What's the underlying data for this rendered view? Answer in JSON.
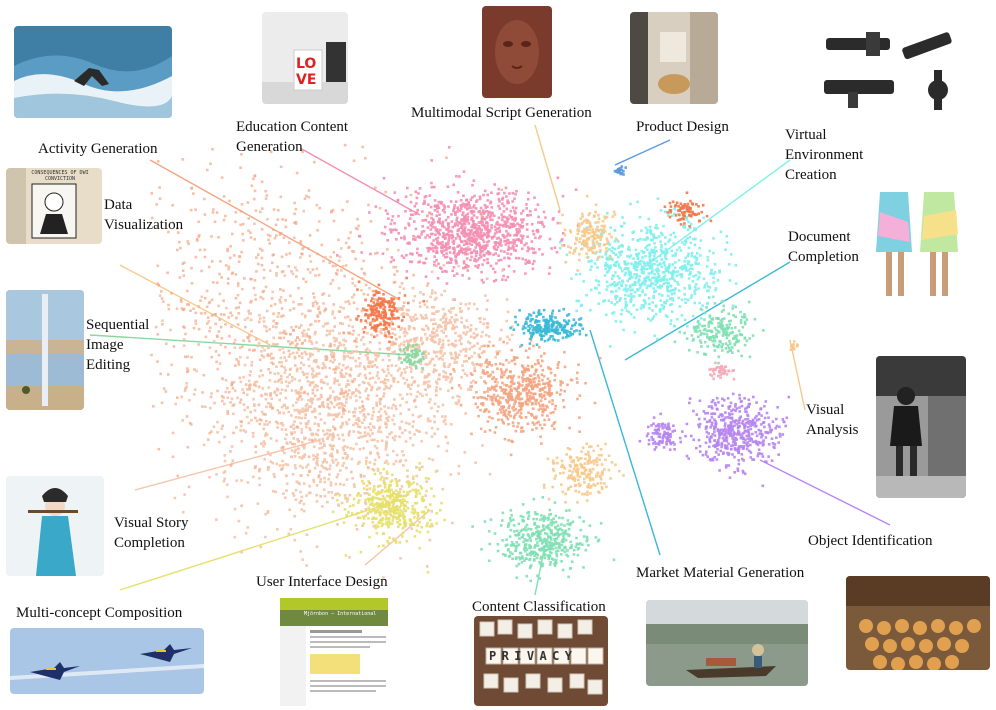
{
  "labels": {
    "activity_generation": "Activity Generation",
    "education_content_generation": "Education Content\nGeneration",
    "multimodal_script_generation": "Multimodal Script Generation",
    "product_design": "Product Design",
    "virtual_environment_creation": "Virtual\nEnvironment\nCreation",
    "data_visualization": "Data\nVisualization",
    "document_completion": "Document\nCompletion",
    "sequential_image_editing": "Sequential\nImage\nEditing",
    "visual_analysis": "Visual\nAnalysis",
    "visual_story_completion": "Visual Story\nCompletion",
    "object_identification": "Object Identification",
    "user_interface_design": "User Interface Design",
    "market_material_generation": "Market Material Generation",
    "multi_concept_composition": "Multi-concept Composition",
    "content_classification": "Content Classification"
  },
  "thumb_text": {
    "data_vis_caption": "CONSEQUENCES OF DWI\nCONVICTION",
    "ui_site_title": "Mjörnbon – International",
    "cube_words": "PRIVACY"
  },
  "cluster_colors": {
    "pink": "#f48fb1",
    "salmon": "#f4a582",
    "peach": "#f5c3a8",
    "orange_red": "#f4784a",
    "cyan": "#7ff0ec",
    "teal": "#38b9d6",
    "mint": "#7fe0b4",
    "green": "#88d8a0",
    "yellow": "#e6e06a",
    "gold": "#f7c98a",
    "purple": "#b685f0",
    "blue": "#5a9ae0",
    "rose": "#f6a8b8"
  }
}
